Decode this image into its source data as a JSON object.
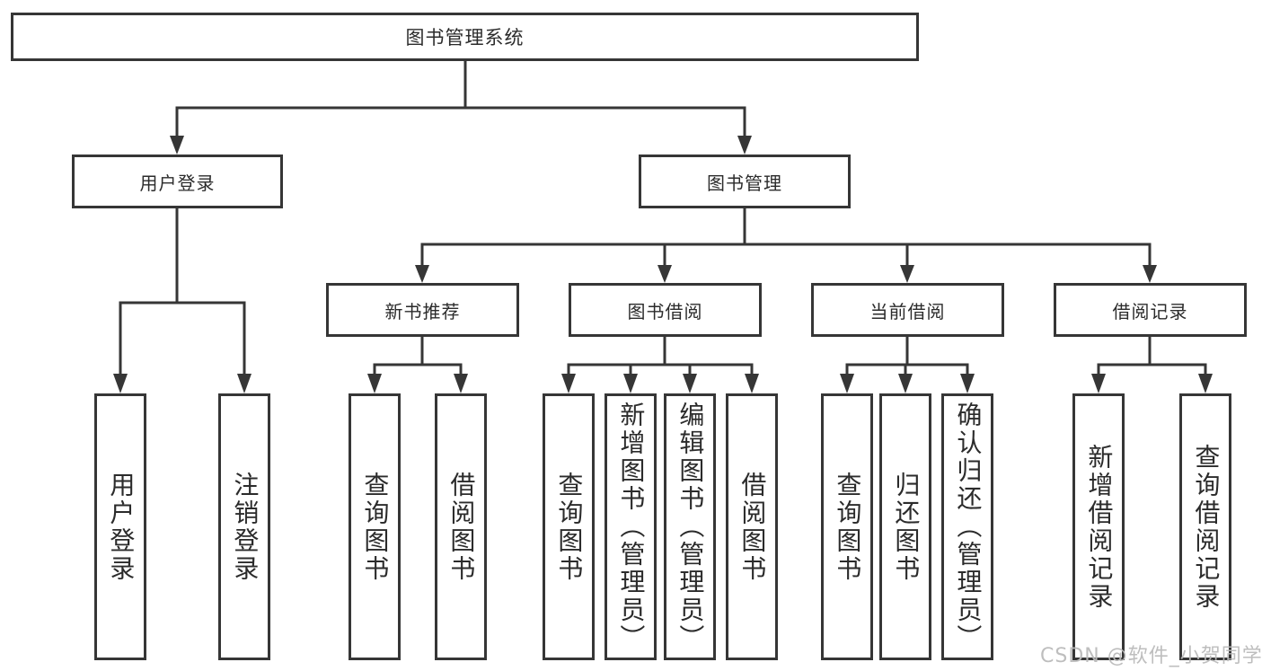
{
  "canvas": {
    "background": "#ffffff",
    "line_color": "#363636",
    "text_color": "#2b2b2b",
    "watermark_color": "#bababa"
  },
  "nodes": {
    "root": "图书管理系统",
    "user_login": "用户登录",
    "book_mgmt": "图书管理",
    "new_book": "新书推荐",
    "book_borrow": "图书借阅",
    "current_borrow": "当前借阅",
    "borrow_records": "借阅记录",
    "leaf_user_login": "用户登录",
    "leaf_logout": "注销登录",
    "leaf_nb_query": "查询图书",
    "leaf_nb_borrow": "借阅图书",
    "leaf_bb_query": "查询图书",
    "leaf_bb_add": "新增图书（管理员）",
    "leaf_bb_edit": "编辑图书（管理员）",
    "leaf_bb_borrow": "借阅图书",
    "leaf_cb_query": "查询图书",
    "leaf_cb_return": "归还图书",
    "leaf_cb_confirm": "确认归还（管理员）",
    "leaf_br_add": "新增借阅记录",
    "leaf_br_query": "查询借阅记录"
  },
  "hierarchy": {
    "图书管理系统": [
      "用户登录",
      "图书管理"
    ],
    "用户登录": [
      "用户登录",
      "注销登录"
    ],
    "图书管理": [
      "新书推荐",
      "图书借阅",
      "当前借阅",
      "借阅记录"
    ],
    "新书推荐": [
      "查询图书",
      "借阅图书"
    ],
    "图书借阅": [
      "查询图书",
      "新增图书（管理员）",
      "编辑图书（管理员）",
      "借阅图书"
    ],
    "当前借阅": [
      "查询图书",
      "归还图书",
      "确认归还（管理员）"
    ],
    "借阅记录": [
      "新增借阅记录",
      "查询借阅记录"
    ]
  },
  "watermark": "CSDN @软件_小贺同学"
}
